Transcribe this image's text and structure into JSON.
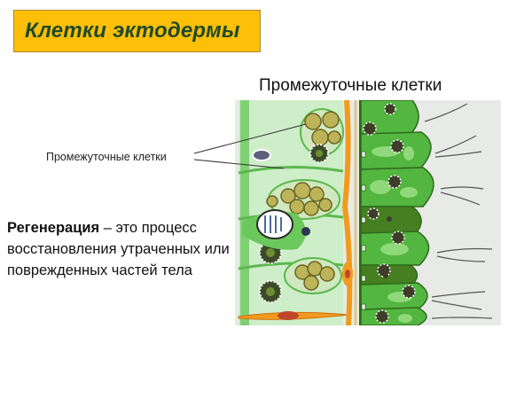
{
  "slide": {
    "title": "Клетки эктодермы",
    "figure_caption": "Промежуточные клетки",
    "callout_label": "Промежуточные клетки",
    "definition": {
      "term": "Регенерация",
      "dash": " – ",
      "text": "это процесс восстановления утраченных или поврежденных частей тела"
    }
  },
  "colors": {
    "banner_bg": "#fdbf08",
    "banner_text": "#1f4a2a",
    "cell_light_green": "#b9e6b8",
    "cell_mid_green": "#44b236",
    "cell_dark_green": "#3f7d1e",
    "nerve_orange": "#f29a1e",
    "interstitial_olive": "#a7a03a"
  },
  "illustration": {
    "icon": "ectoderm-cells-diagram"
  }
}
